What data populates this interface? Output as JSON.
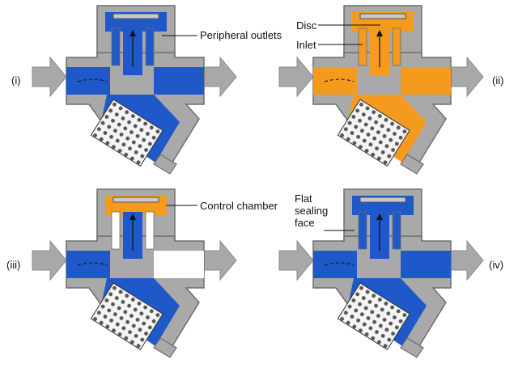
{
  "colors": {
    "casing": "#a9a9a9",
    "casing_dark": "#6e6e6e",
    "steam_blue": "#1f58c8",
    "condensate_orange": "#f39a1f",
    "void_white": "#ffffff",
    "arrow_grey": "#a8a8a8",
    "disc": "#c8c8c8"
  },
  "panels": [
    {
      "id": "i",
      "tag": "(i)",
      "fill": "#1f58c8",
      "cap_fill": "#1f58c8"
    },
    {
      "id": "ii",
      "tag": "(ii)",
      "fill": "#f39a1f",
      "cap_fill": "#f39a1f"
    },
    {
      "id": "iii",
      "tag": "(iii)",
      "fill": "#1f58c8",
      "cap_fill": "#f39a1f"
    },
    {
      "id": "iv",
      "tag": "(iv)",
      "fill": "#1f58c8",
      "cap_fill": "#1f58c8"
    }
  ],
  "labels": {
    "peripheral_outlets": "Peripheral outlets",
    "disc": "Disc",
    "inlet": "Inlet",
    "control_chamber": "Control chamber",
    "flat_sealing_face": "Flat sealing face"
  }
}
